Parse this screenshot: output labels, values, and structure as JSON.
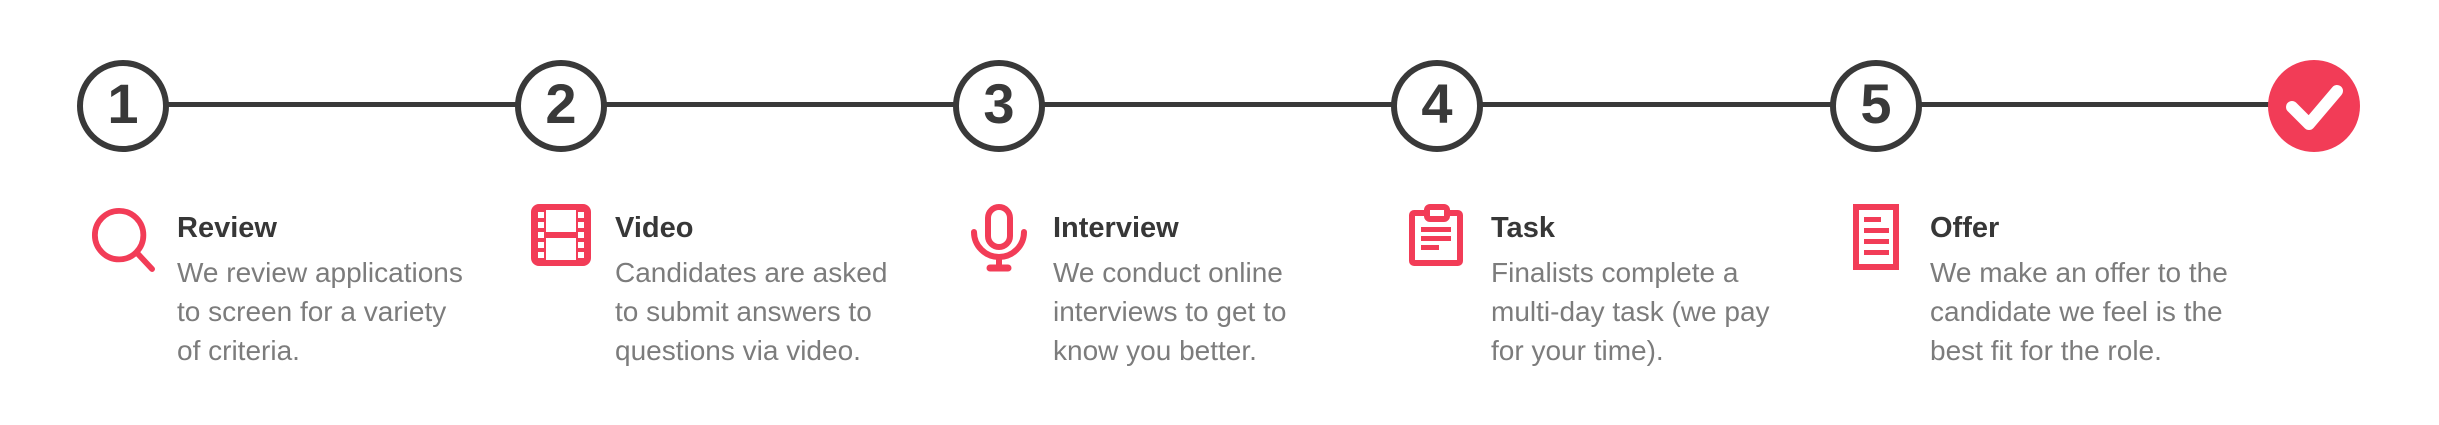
{
  "colors": {
    "accent": "#F23C57",
    "stepper_line": "#393939",
    "title_text": "#373737",
    "description_text": "#7C7C7C"
  },
  "stepper": {
    "completed_icon": "check-icon",
    "steps": [
      {
        "number": "1",
        "title": "Review",
        "icon": "search-icon",
        "description_lines": [
          "We review applications",
          "to screen for a variety",
          "of criteria."
        ]
      },
      {
        "number": "2",
        "title": "Video",
        "icon": "film-icon",
        "description_lines": [
          "Candidates are asked",
          "to submit answers to",
          "questions via video."
        ]
      },
      {
        "number": "3",
        "title": "Interview",
        "icon": "microphone-icon",
        "description_lines": [
          "We conduct online",
          "interviews to get to",
          "know you better."
        ]
      },
      {
        "number": "4",
        "title": "Task",
        "icon": "clipboard-icon",
        "description_lines": [
          "Finalists complete a",
          "multi-day task (we pay",
          "for your time)."
        ]
      },
      {
        "number": "5",
        "title": "Offer",
        "icon": "document-icon",
        "description_lines": [
          "We make an offer to the",
          "candidate we feel is the",
          "best fit for the role."
        ]
      }
    ]
  }
}
